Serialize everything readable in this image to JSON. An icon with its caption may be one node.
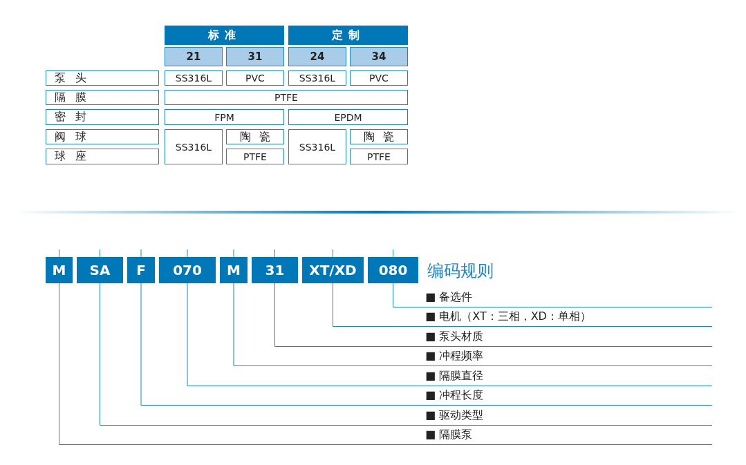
{
  "diagram": {
    "title": "编码规则",
    "nodes": [
      {
        "text": [
          "M"
        ]
      },
      {
        "text": [
          "SA"
        ]
      },
      {
        "text": [
          "F"
        ]
      },
      {
        "text": [
          "070"
        ]
      },
      {
        "text": [
          "M"
        ]
      },
      {
        "text": [
          "31"
        ]
      },
      {
        "text": [
          "XT/XD"
        ]
      },
      {
        "text": [
          "080"
        ]
      },
      {
        "text": [
          "■ 备选件"
        ]
      },
      {
        "text": [
          "■ 电机（XT：三相，XD：单相）"
        ]
      },
      {
        "text": [
          "■ 泵头材质"
        ]
      },
      {
        "text": [
          "■ 冲程频率"
        ]
      },
      {
        "text": [
          "■ 隔膜直径"
        ]
      },
      {
        "text": [
          "■ 冲程长度"
        ]
      },
      {
        "text": [
          "■ 驱动类型"
        ]
      },
      {
        "text": [
          "■ 隔膜泵"
        ]
      }
    ],
    "edges": [
      {
        "from": 0,
        "to": 15,
        "arrow": "none"
      },
      {
        "from": 1,
        "to": 14,
        "arrow": "none"
      },
      {
        "from": 2,
        "to": 13,
        "arrow": "none"
      },
      {
        "from": 3,
        "to": 12,
        "arrow": "none"
      },
      {
        "from": 4,
        "to": 11,
        "arrow": "none"
      },
      {
        "from": 5,
        "to": 10,
        "arrow": "none"
      },
      {
        "from": 6,
        "to": 9,
        "arrow": "none"
      },
      {
        "from": 7,
        "to": 8,
        "arrow": "none"
      }
    ],
    "labels": [
      "标准",
      "定制",
      "21",
      "31",
      "24",
      "34",
      "泵头",
      "SS316L",
      "PVC",
      "SS316L",
      "PVC",
      "隔膜",
      "PTFE",
      "密封",
      "FPM",
      "EPDM",
      "阀球",
      "SS316L",
      "陶瓷",
      "SS316L",
      "陶瓷",
      "球座",
      "PTFE",
      "PTFE"
    ]
  }
}
